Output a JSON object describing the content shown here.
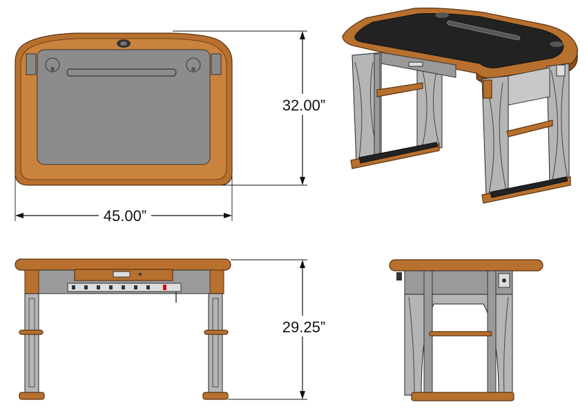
{
  "diagram": {
    "dimensions": {
      "depth": "32.00”",
      "width": "45.00”",
      "height": "29.25”"
    },
    "colors": {
      "wood": "#b8702e",
      "surface": "#8c8c8c",
      "metal": "#c8c8c8",
      "outlet_red": "#d01010"
    },
    "views": [
      "top-view",
      "isometric-view",
      "front-view",
      "side-view"
    ]
  }
}
